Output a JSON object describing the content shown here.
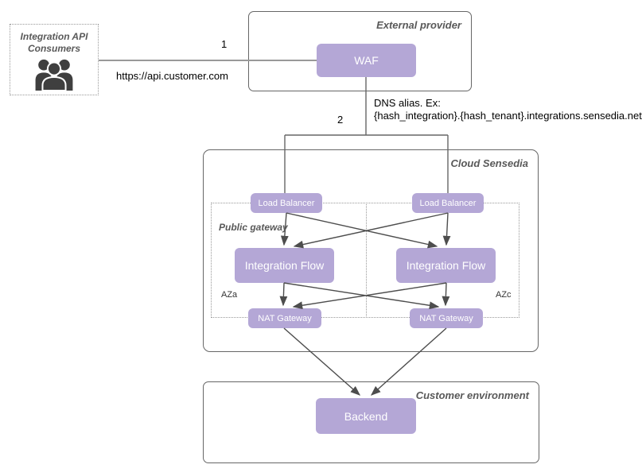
{
  "colors": {
    "node_fill": "#b4a7d6",
    "node_text": "#ffffff",
    "container_border": "#666666",
    "dotted_border": "#999999",
    "title_text": "#595959",
    "arrow": "#4d4d4d",
    "plain_line": "#999999",
    "label_text": "#000000",
    "icon": "#3f3f3f"
  },
  "consumers": {
    "label": "Integration API Consumers",
    "icon": "people-group-icon"
  },
  "edge1": {
    "number": "1",
    "label": "https://api.customer.com"
  },
  "edge2": {
    "number": "2",
    "label_line1": "DNS alias. Ex:",
    "label_line2": "{hash_integration}.{hash_tenant}.integrations.sensedia.net"
  },
  "external_provider": {
    "title": "External provider",
    "waf_label": "WAF"
  },
  "cloud": {
    "title": "Cloud Sensedia",
    "public_gateway": {
      "title": "Public gateway",
      "zone_left": "AZa",
      "zone_right": "AZc"
    },
    "load_balancer_left": "Load Balancer",
    "load_balancer_right": "Load Balancer",
    "integration_flow_left": "Integration Flow",
    "integration_flow_right": "Integration Flow",
    "nat_gateway_left": "NAT Gateway",
    "nat_gateway_right": "NAT Gateway"
  },
  "customer": {
    "title": "Customer environment",
    "backend_label": "Backend"
  }
}
